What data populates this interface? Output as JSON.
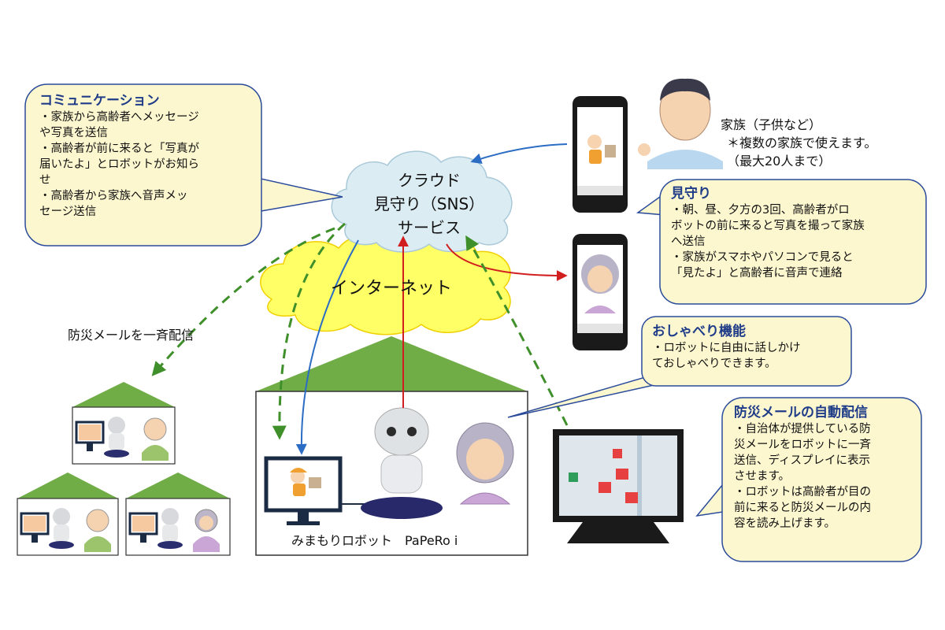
{
  "callouts": {
    "communication": {
      "title": "コミュニケーション",
      "lines": [
        "・家族から高齢者へメッセージ",
        "や写真を送信",
        "・高齢者が前に来ると「写真が",
        "届いたよ」とロボットがお知ら",
        "せ",
        "・高齢者から家族へ音声メッ",
        "セージ送信"
      ]
    },
    "watch": {
      "title": "見守り",
      "lines": [
        "・朝、昼、夕方の3回、高齢者がロ",
        "ボットの前に来ると写真を撮って家族",
        "へ送信",
        "・家族がスマホやパソコンで見ると",
        "「見たよ」と高齢者に音声で連絡"
      ]
    },
    "chat": {
      "title": "おしゃべり機能",
      "lines": [
        "・ロボットに自由に話しかけ",
        "ておしゃべりできます。"
      ]
    },
    "disaster": {
      "title": "防災メールの自動配信",
      "lines": [
        "・自治体が提供している防",
        "災メールをロボットに一斉",
        "送信、ディスプレイに表示",
        "させます。",
        "・ロボットは高齢者が目の",
        "前に来ると防災メールの内",
        "容を読み上げます。"
      ]
    }
  },
  "cloud": {
    "lines": [
      "クラウド",
      "見守り（SNS）",
      "サービス"
    ]
  },
  "internet": {
    "label": "インターネット"
  },
  "family": {
    "lines": [
      "家族（子供など）",
      "＊複数の家族で使えます。",
      "（最大20人まで）"
    ]
  },
  "broadcast": {
    "label": "防災メールを一斉配信"
  },
  "robot": {
    "caption": "みまもりロボット　PaPeRo i"
  },
  "colors": {
    "callout_fill": "#fdf7cf",
    "callout_border": "#2a4b9b",
    "title": "#1f3c88",
    "cloud": "#dcecf3",
    "internet": "#ffff66",
    "roof": "#70ad47",
    "arrow_blue": "#2b6cc4",
    "arrow_red": "#d11f1f",
    "arrow_green": "#3f8f2a"
  }
}
